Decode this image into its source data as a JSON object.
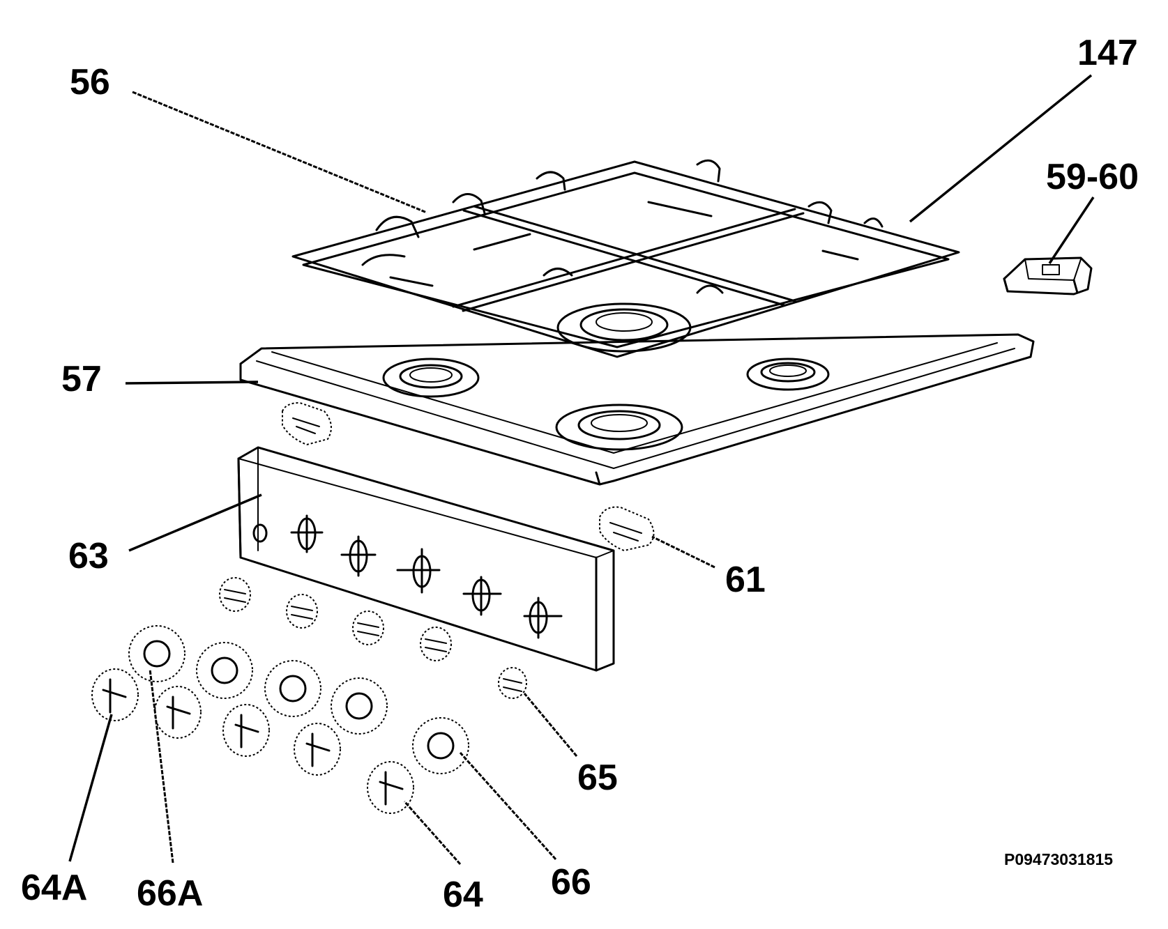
{
  "diagram": {
    "labels": {
      "l56": "56",
      "l147": "147",
      "l5960": "59-60",
      "l57": "57",
      "l63": "63",
      "l61": "61",
      "l65": "65",
      "l64a": "64A",
      "l66a": "66A",
      "l64": "64",
      "l66": "66"
    },
    "drawing_code": "P09473031815"
  }
}
